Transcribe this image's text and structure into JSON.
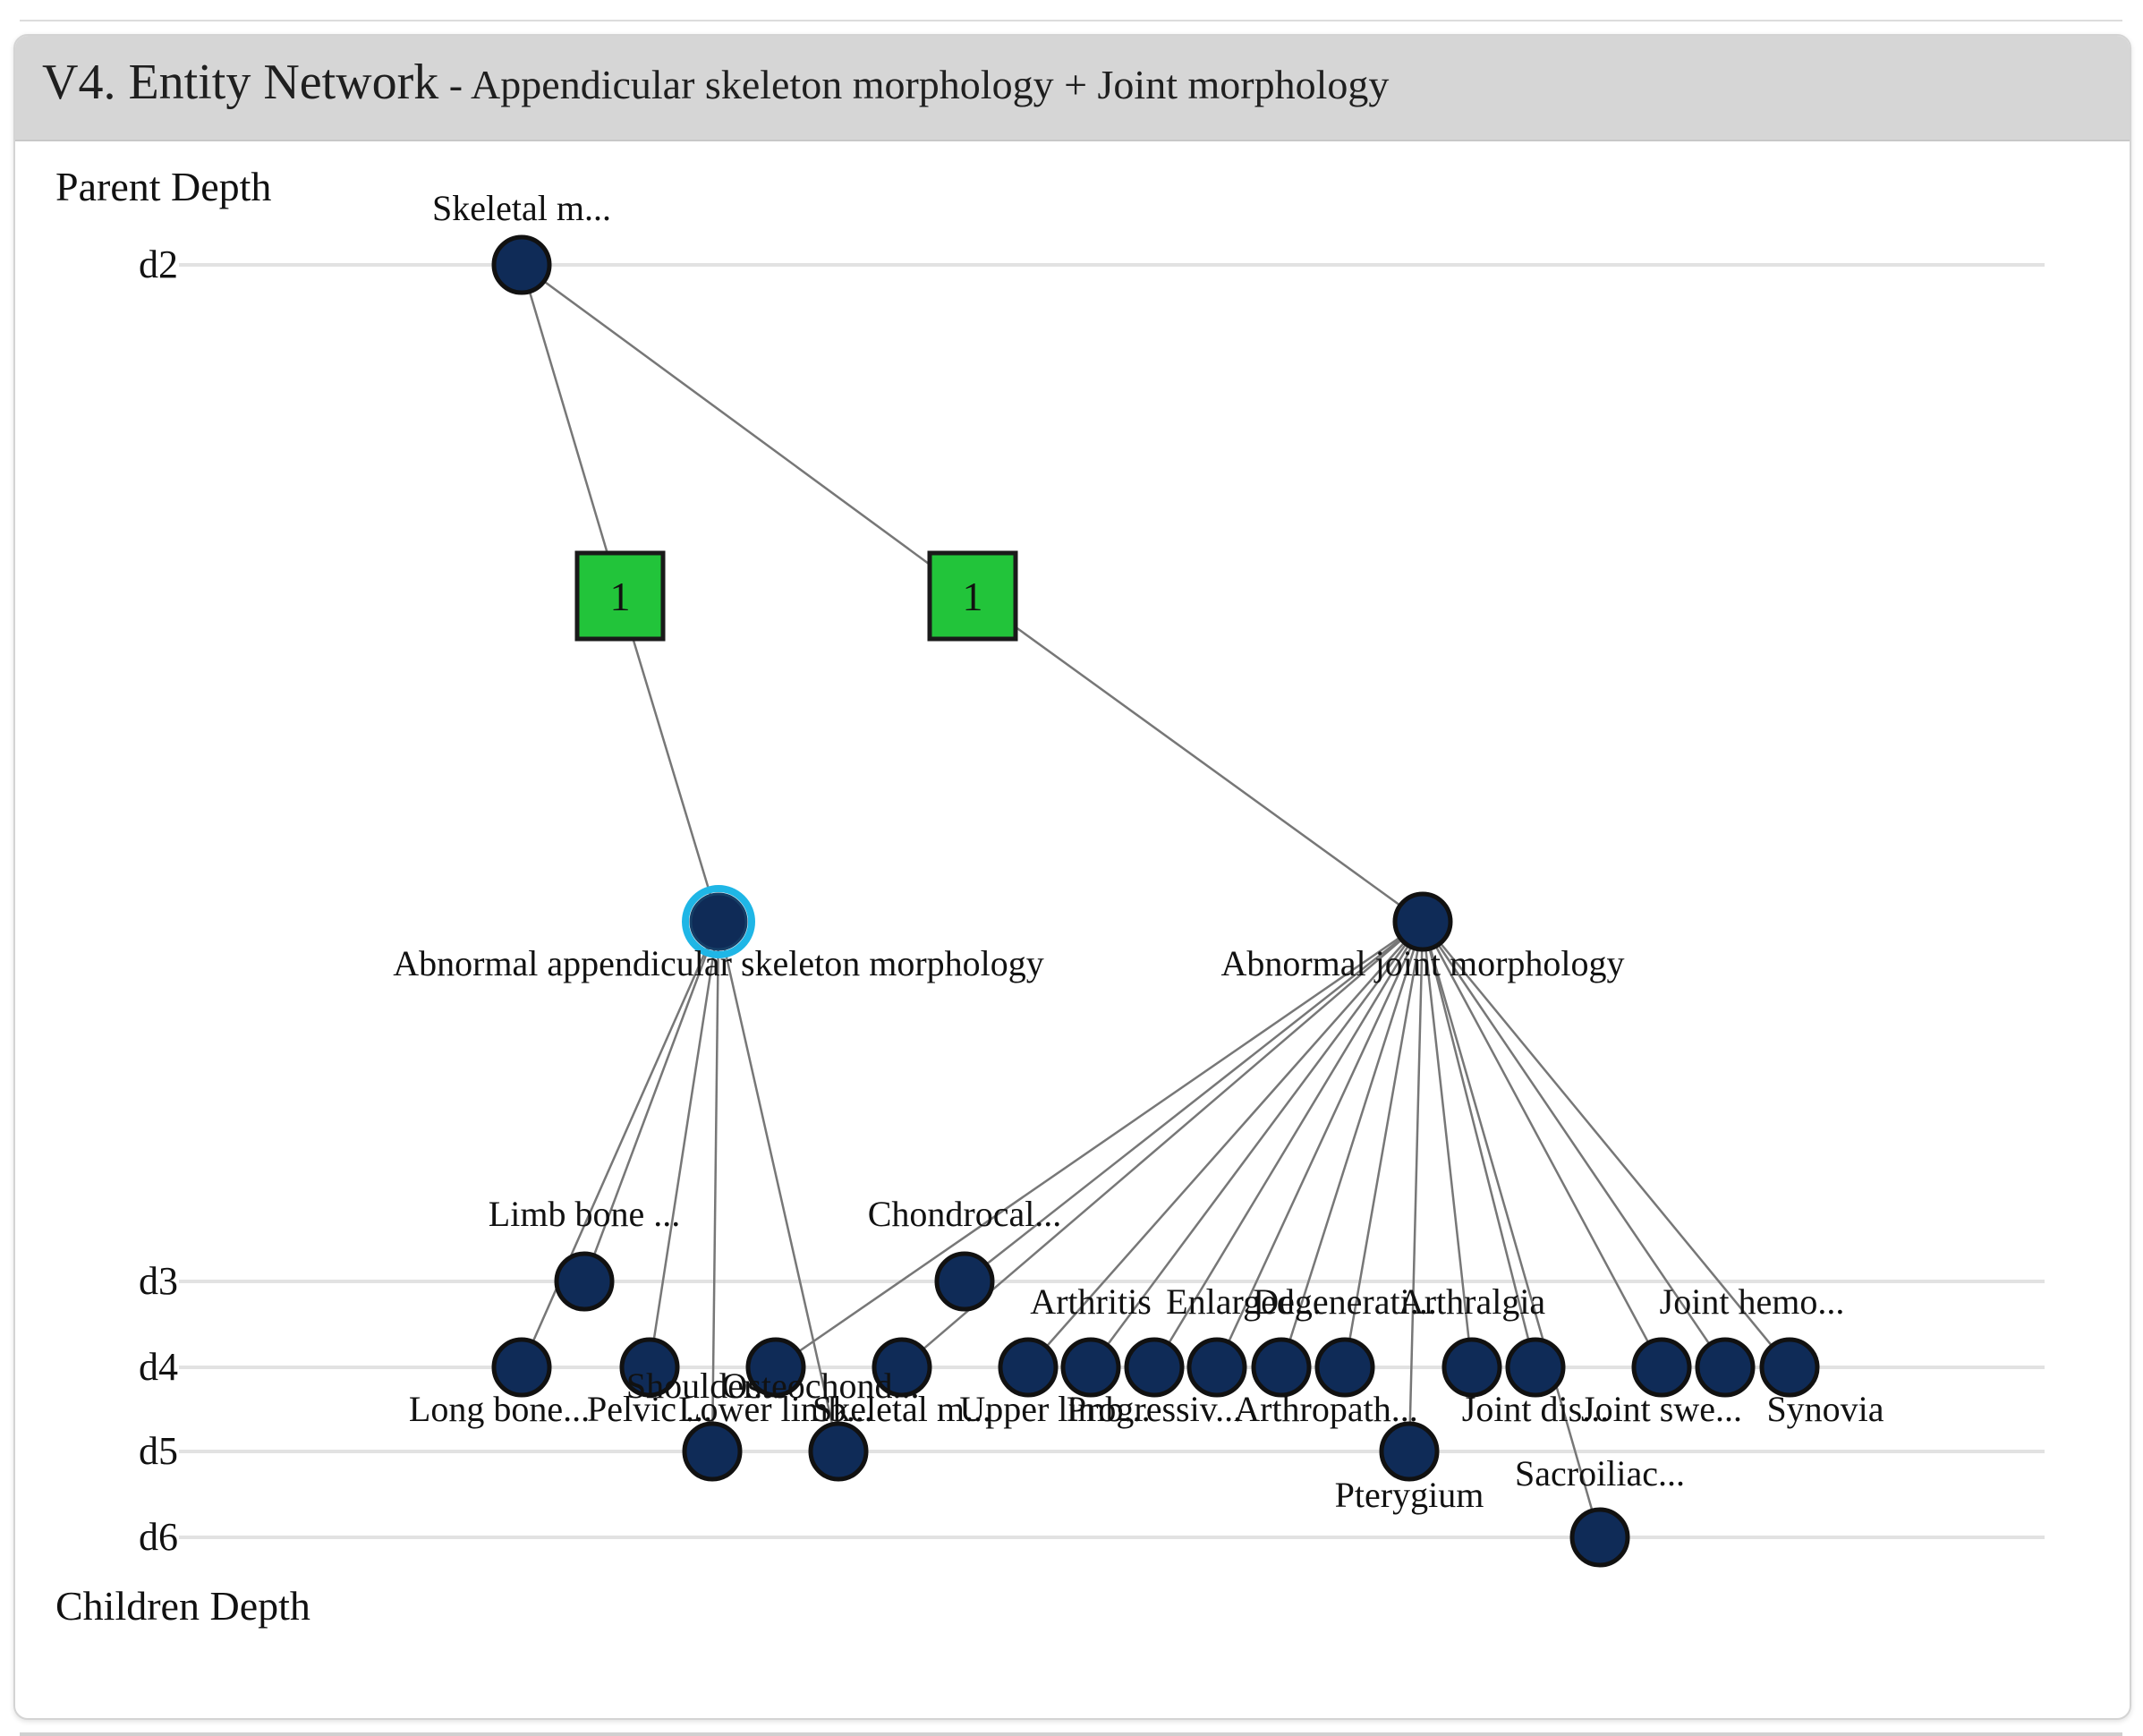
{
  "panel": {
    "title": "V4. Entity Network",
    "subtitle": " - Appendicular skeleton morphology + Joint morphology"
  },
  "axis": {
    "parent_label": "Parent Depth",
    "children_label": "Children Depth"
  },
  "depths": [
    "d2",
    "d3",
    "d4",
    "d5",
    "d6"
  ],
  "colors": {
    "node_fill": "#0f2b57",
    "node_stroke": "#111111",
    "selected_ring": "#1fb6e6",
    "count_fill": "#22c43a",
    "edge": "#777777",
    "depth_line": "#e2e2e2"
  },
  "nodes": {
    "root": {
      "label": "Skeletal m...",
      "depth": "d2"
    },
    "main_a": {
      "label": "Abnormal appendicular skeleton morphology",
      "selected": true
    },
    "main_b": {
      "label": "Abnormal joint morphology",
      "selected": false
    },
    "children": [
      {
        "label": "Limb bone ...",
        "depth": "d3",
        "parent": "a"
      },
      {
        "label": "Chondrocal...",
        "depth": "d3",
        "parent": "b"
      },
      {
        "label": "Long bone...",
        "depth": "d4",
        "parent": "a"
      },
      {
        "label": "Pelvic ...",
        "depth": "d4",
        "parent": "a"
      },
      {
        "label": "Lower limb...",
        "depth": "d4",
        "parent": "b"
      },
      {
        "label": "Skeletal m...",
        "depth": "d4",
        "parent": "b"
      },
      {
        "label": "Upper limb...",
        "depth": "d4",
        "parent": "b"
      },
      {
        "label": "Arthritis",
        "depth": "d4",
        "parent": "b"
      },
      {
        "label": "Progressiv...",
        "depth": "d4",
        "parent": "b"
      },
      {
        "label": "Enlarged...",
        "depth": "d4",
        "parent": "b"
      },
      {
        "label": "Arthropath...",
        "depth": "d4",
        "parent": "b"
      },
      {
        "label": "Degenerati...",
        "depth": "d4",
        "parent": "b"
      },
      {
        "label": "Arthralgia",
        "depth": "d4",
        "parent": "b"
      },
      {
        "label": "Joint dis...",
        "depth": "d4",
        "parent": "b"
      },
      {
        "label": "Joint swe...",
        "depth": "d4",
        "parent": "b"
      },
      {
        "label": "Joint hemo...",
        "depth": "d4",
        "parent": "b"
      },
      {
        "label": "Synovia",
        "depth": "d4",
        "parent": "b"
      },
      {
        "label": "Shoulder...",
        "depth": "d5",
        "parent": "a"
      },
      {
        "label": "Osteochond...",
        "depth": "d5",
        "parent": "a"
      },
      {
        "label": "Pterygium",
        "depth": "d5",
        "parent": "b"
      },
      {
        "label": "Sacroiliac...",
        "depth": "d6",
        "parent": "b"
      }
    ]
  },
  "counts": [
    {
      "value": "1",
      "link": "root-to-a"
    },
    {
      "value": "1",
      "link": "root-to-b"
    }
  ]
}
